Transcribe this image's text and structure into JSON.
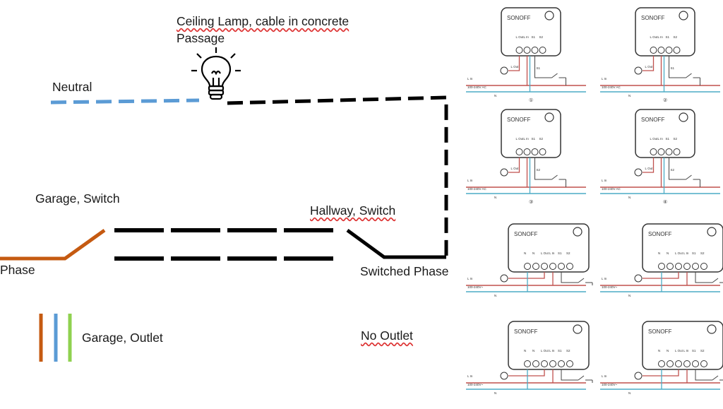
{
  "labels": {
    "lamp_line1": "Ceiling Lamp, cable in concrete",
    "lamp_line2": "Passage",
    "neutral": "Neutral",
    "garage_switch": "Garage, Switch",
    "hallway_switch": "Hallway, Switch",
    "phase": "Phase",
    "switched_phase": "Switched Phase",
    "garage_outlet": "Garage, Outlet",
    "no_outlet": "No Outlet"
  },
  "colors": {
    "neutral_wire": "#5b9bd5",
    "phase_wire": "#c55a11",
    "earth_wire": "#8fd14f",
    "cable": "#000000",
    "schematic_live": "#c0504d",
    "schematic_neutral": "#4bacc6"
  },
  "wiring_diagrams": [
    {
      "brand": "SONOFF",
      "number": "①",
      "terminals": [
        "L Out",
        "L In",
        "S1",
        "S2"
      ],
      "live_label": "L In",
      "supply": "100-240V AC",
      "neutral": "N",
      "out_label": "L Out",
      "s_label": "S1"
    },
    {
      "brand": "SONOFF",
      "number": "②",
      "terminals": [
        "L Out",
        "L In",
        "S1",
        "S2"
      ],
      "live_label": "L In",
      "supply": "100-240V AC",
      "neutral": "N",
      "out_label": "L Out",
      "s_label": "S1"
    },
    {
      "brand": "SONOFF",
      "number": "③",
      "terminals": [
        "L Out",
        "L In",
        "S1",
        "S2"
      ],
      "live_label": "L In",
      "supply": "100-240V AC",
      "neutral": "N",
      "out_label": "L Out",
      "s_label": "S2"
    },
    {
      "brand": "SONOFF",
      "number": "④",
      "terminals": [
        "L Out",
        "L In",
        "S1",
        "S2"
      ],
      "live_label": "L In",
      "supply": "100-240V AC",
      "neutral": "N",
      "out_label": "L Out",
      "s_label": "S2"
    },
    {
      "brand": "SONOFF",
      "number": "",
      "terminals": [
        "N",
        "N",
        "L Out",
        "L In",
        "S1",
        "S2"
      ],
      "live_label": "L In",
      "supply": "100-240V~",
      "neutral": "N",
      "out_label": "",
      "s_label": ""
    },
    {
      "brand": "SONOFF",
      "number": "",
      "terminals": [
        "N",
        "N",
        "L Out",
        "L In",
        "S1",
        "S2"
      ],
      "live_label": "L In",
      "supply": "100-240V~",
      "neutral": "N",
      "out_label": "",
      "s_label": ""
    },
    {
      "brand": "SONOFF",
      "number": "",
      "terminals": [
        "N",
        "N",
        "L Out",
        "L In",
        "S1",
        "S2"
      ],
      "live_label": "L In",
      "supply": "100-240V~",
      "neutral": "N",
      "out_label": "",
      "s_label": ""
    },
    {
      "brand": "SONOFF",
      "number": "",
      "terminals": [
        "N",
        "N",
        "L Out",
        "L In",
        "S1",
        "S2"
      ],
      "live_label": "L In",
      "supply": "100-240V~",
      "neutral": "N",
      "out_label": "",
      "s_label": ""
    }
  ]
}
